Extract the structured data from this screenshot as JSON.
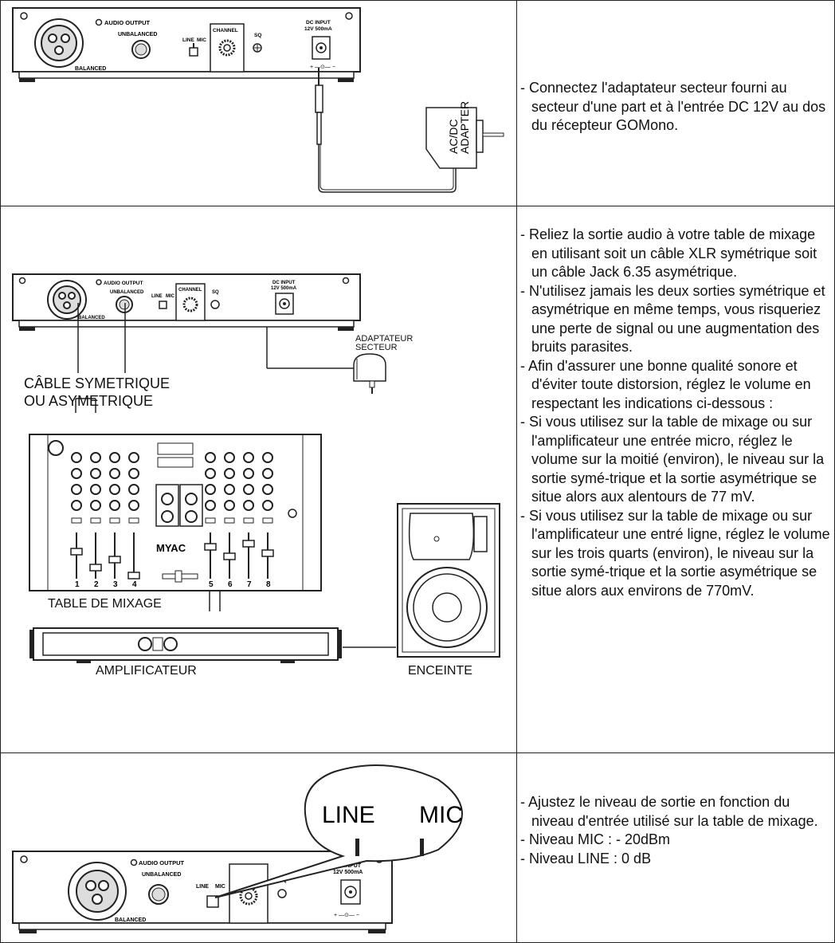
{
  "device": {
    "audio_output": "AUDIO OUTPUT",
    "unbalanced": "UNBALANCED",
    "balanced": "BALANCED",
    "line": "LINE",
    "mic": "MIC",
    "channel": "CHANNEL",
    "sq": "SQ",
    "dc_input": "DC INPUT",
    "dc_spec": "12V 500mA"
  },
  "section1": {
    "adapter_line1": "AC/DC",
    "adapter_line2": "ADAPTER",
    "text": "- Connectez l'adaptateur secteur fourni au secteur d'une part et à l'entrée DC 12V au dos du récepteur GOMono."
  },
  "section2": {
    "adaptateur": "ADAPTATEUR",
    "secteur": "SECTEUR",
    "cable_line1": "CÂBLE SYMETRIQUE",
    "cable_line2": "OU ASYMETRIQUE",
    "mixer_label": "TABLE DE MIXAGE",
    "amp_label": "AMPLIFICATEUR",
    "speaker_label": "ENCEINTE",
    "mixer_brand": "MYAC",
    "bullets": [
      "- Reliez la sortie audio à votre table de mixage en utilisant soit un câble XLR symétrique soit un câble Jack 6.35 asymétrique.",
      "- N'utilisez jamais les deux sorties symétrique et asymétrique en même temps, vous risqueriez une perte de signal ou une augmentation des bruits parasites.",
      "- Afin d'assurer une bonne qualité sonore et d'éviter toute distorsion, réglez le volume en respectant les indications ci-dessous :",
      "- Si vous utilisez sur la table de mixage ou sur l'amplificateur une entrée micro, réglez le volume sur la moitié (environ), le niveau sur la sortie symé-trique et la sortie asymétrique se situe alors aux alentours de 77 mV.",
      "- Si vous utilisez sur la table de mixage ou sur l'amplificateur une entré ligne, réglez le volume sur les trois quarts (environ), le niveau sur la sortie symé-trique et la sortie asymétrique se situe alors aux environs de 770mV."
    ]
  },
  "section3": {
    "bubble_line": "LINE",
    "bubble_mic": "MIC",
    "bullets": [
      "- Ajustez le niveau de sortie en fonction du niveau d'entrée utilisé sur la table de mixage.",
      "- Niveau MIC : - 20dBm",
      "- Niveau LINE : 0 dB"
    ]
  }
}
